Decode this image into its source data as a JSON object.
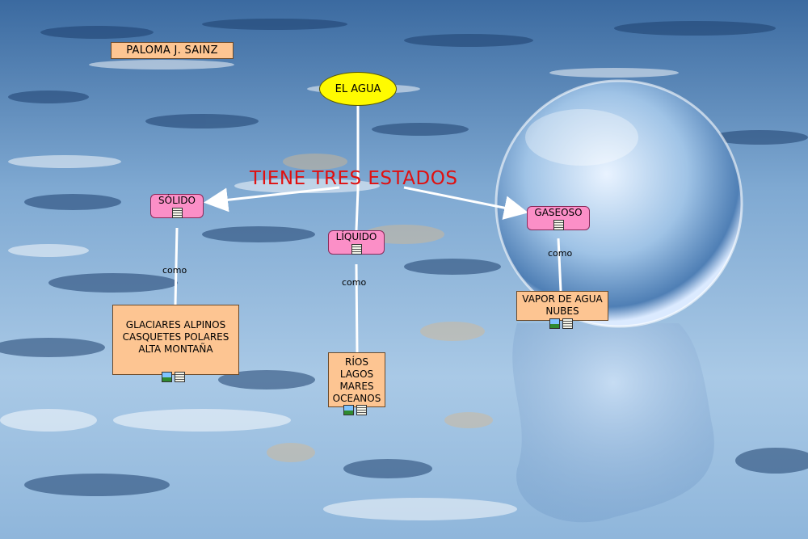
{
  "author": "PALOMA J. SAINZ",
  "root": "EL AGUA",
  "relation": "TIENE TRES ESTADOS",
  "states": {
    "solid": "SÓLIDO",
    "liquid": "LÍQUIDO",
    "gas": "GASEOSO"
  },
  "link_word": "como",
  "examples": {
    "solid": [
      "GLACIARES ALPINOS",
      "CASQUETES POLARES",
      "ALTA MONTAÑA"
    ],
    "liquid": [
      "RÍOS",
      "LAGOS",
      "MARES",
      "OCEANOS"
    ],
    "gas": [
      "VAPOR DE AGUA",
      "NUBES"
    ]
  },
  "icons": {
    "image": "image-icon",
    "note": "note-icon"
  },
  "colors": {
    "root_fill": "#fffb00",
    "state_fill": "#fb8fc7",
    "example_fill": "#fdc592",
    "relation_text": "#e01010",
    "connector": "#ffffff"
  }
}
